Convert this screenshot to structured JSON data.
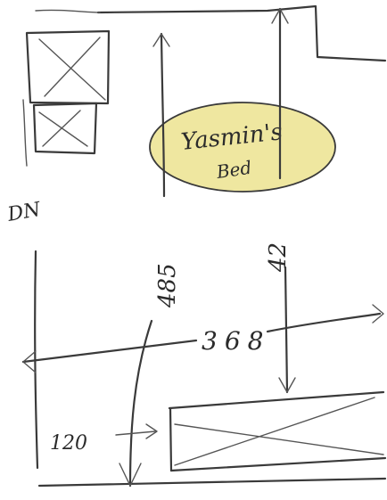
{
  "sketch": {
    "room_label_line1": "Yasmin's",
    "room_label_line2": "Bed",
    "door_label": "DN",
    "dimensions": {
      "horizontal_width": "368",
      "vertical_right": "42",
      "vertical_center": "485",
      "bottom_offset": "120"
    },
    "highlight_color": "#efe7a0"
  }
}
